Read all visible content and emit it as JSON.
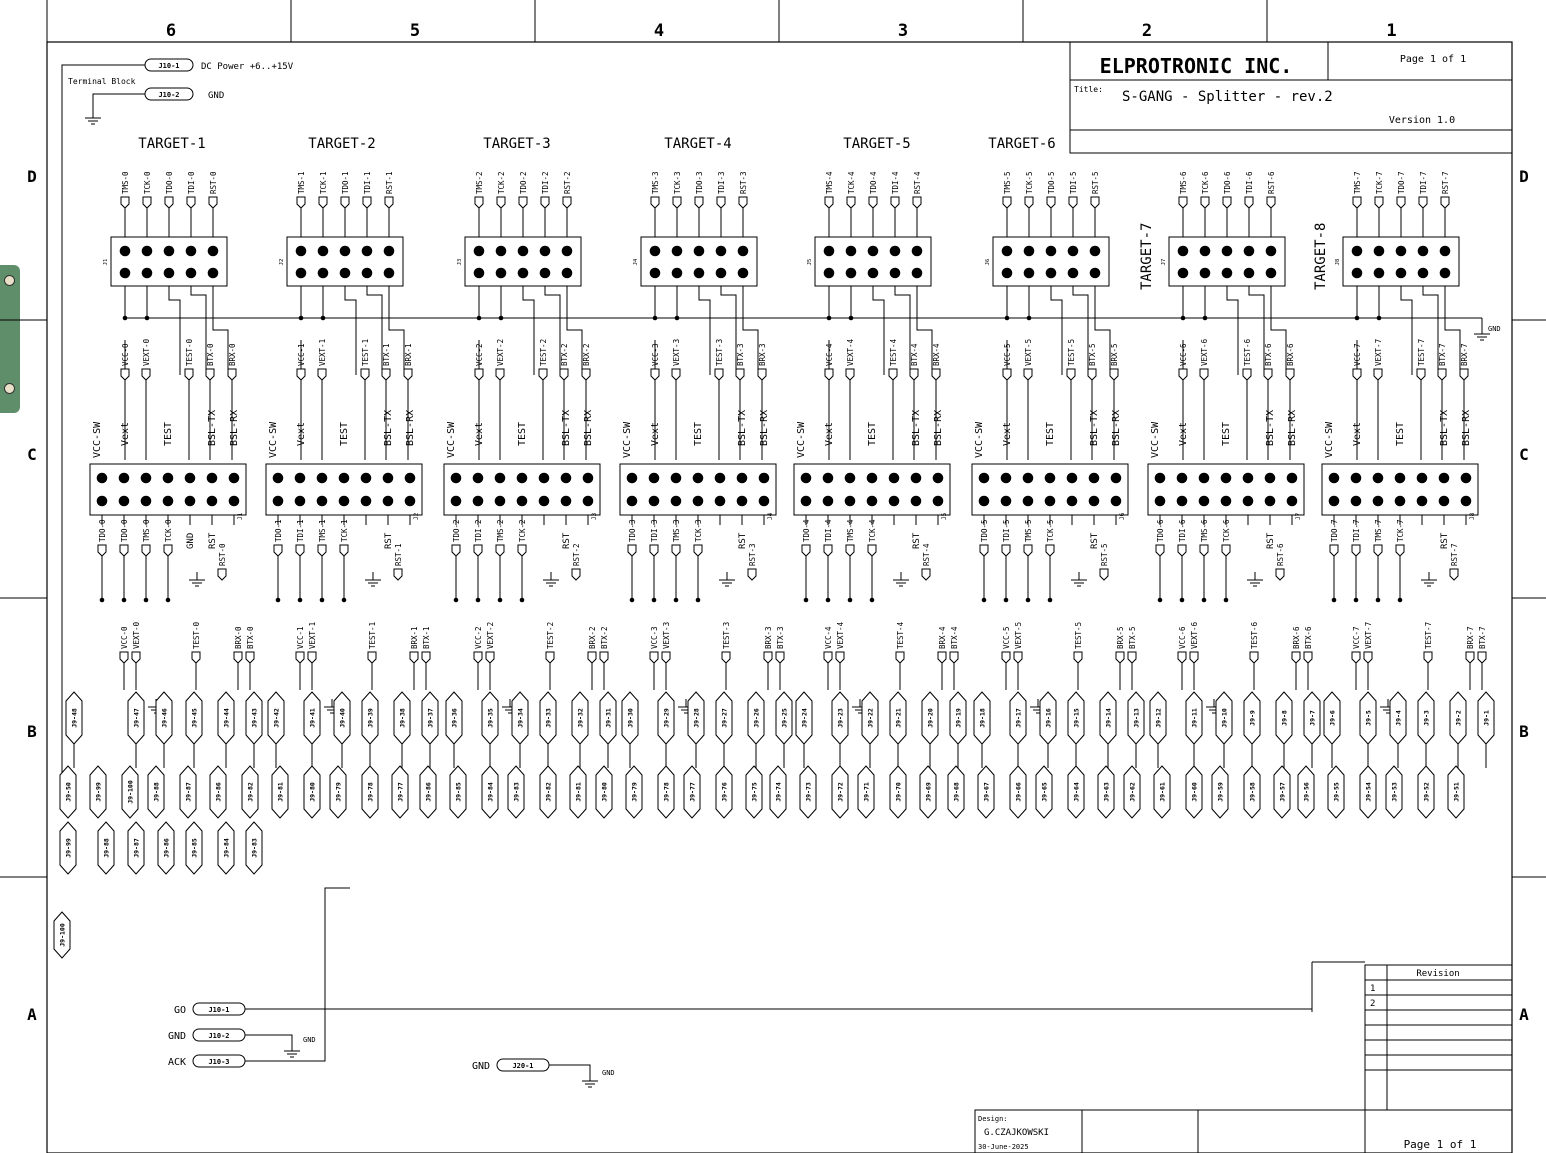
{
  "border": {
    "columns": [
      "6",
      "5",
      "4",
      "3",
      "2",
      "1"
    ],
    "rows": [
      "D",
      "C",
      "B",
      "A"
    ]
  },
  "title_block": {
    "company": "ELPROTRONIC INC.",
    "page_top": "Page 1 of 1",
    "title_label": "Title:",
    "title": "S-GANG - Splitter - rev.2",
    "version": "Version 1.0",
    "design_label": "Design:",
    "designer": "G.CZAJKOWSKI",
    "date": "30-June-2025",
    "page_bottom": "Page 1 of 1",
    "revision_header": "Revision",
    "revisions": [
      "1",
      "2"
    ]
  },
  "power": {
    "pins": [
      "J10-1",
      "J10-2"
    ],
    "labels": [
      "DC Power +6..+15V",
      "GND"
    ],
    "block_label": "Terminal Block"
  },
  "control": {
    "pins": [
      "J10-1",
      "J10-2",
      "J10-3"
    ],
    "labels": [
      "GO",
      "GND",
      "ACK"
    ],
    "gnd_symbol": "GND"
  },
  "bottom_gnd": {
    "pin": "J20-1",
    "label": "GND",
    "symbol": "GND"
  },
  "gnd_rail_label": "GND",
  "targets": [
    {
      "label": "TARGET-1",
      "j": "J1",
      "jc": "J1",
      "top": [
        "TMS-0",
        "TCK-0",
        "TDO-0",
        "TDI-0",
        "RST-0"
      ],
      "mid": [
        "VCC-0",
        "VEXT-0",
        "TEST-0",
        "BTX-0",
        "BRX-0"
      ],
      "low": [
        "TDO-0",
        "TDO-0",
        "TMS-0",
        "TCK-0",
        "RST-0"
      ],
      "sig": [
        "VCC-0",
        "VEXT-0",
        "TEST-0",
        "BRX-0",
        "BTX-0"
      ],
      "n": [
        "J9-48",
        "J9-47",
        "J9-46",
        "J9-45",
        "J9-44",
        "J9-43",
        "J9-50",
        "J9-99",
        "J9-100",
        "J9-88",
        "J9-87",
        "J9-86",
        "J9-85",
        "J9-84",
        "J9-83"
      ]
    },
    {
      "label": "TARGET-2",
      "j": "J2",
      "jc": "J2",
      "top": [
        "TMS-1",
        "TCK-1",
        "TDO-1",
        "TDI-1",
        "RST-1"
      ],
      "mid": [
        "VCC-1",
        "VEXT-1",
        "TEST-1",
        "BTX-1",
        "BRX-1"
      ],
      "low": [
        "TDO-1",
        "TDI-1",
        "TMS-1",
        "TCK-1",
        "RST-1"
      ],
      "sig": [
        "VCC-1",
        "VEXT-1",
        "TEST-1",
        "BRX-1",
        "BTX-1"
      ],
      "n": [
        "J9-42",
        "J9-41",
        "J9-40",
        "J9-39",
        "J9-38",
        "J9-37",
        "J9-82",
        "J9-81",
        "J9-80",
        "J9-79",
        "J9-78",
        "J9-77"
      ]
    },
    {
      "label": "TARGET-3",
      "j": "J3",
      "jc": "J3",
      "top": [
        "TMS-2",
        "TCK-2",
        "TDO-2",
        "TDI-2",
        "RST-2"
      ],
      "mid": [
        "VCC-2",
        "VEXT-2",
        "TEST-2",
        "BTX-2",
        "BRX-2"
      ],
      "low": [
        "TDO-2",
        "TDI-2",
        "TMS-2",
        "TCK-2",
        "RST-2"
      ],
      "sig": [
        "VCC-2",
        "VEXT-2",
        "TEST-2",
        "BRX-2",
        "BTX-2"
      ],
      "n": [
        "J9-36",
        "J9-35",
        "J9-34",
        "J9-33",
        "J9-32",
        "J9-31",
        "J9-86",
        "J9-85",
        "J9-84",
        "J9-83",
        "J9-82",
        "J9-81"
      ]
    },
    {
      "label": "TARGET-4",
      "j": "J4",
      "jc": "J4",
      "top": [
        "TMS-3",
        "TCK-3",
        "TDO-3",
        "TDI-3",
        "RST-3"
      ],
      "mid": [
        "VCC-3",
        "VEXT-3",
        "TEST-3",
        "BTX-3",
        "BRX-3"
      ],
      "low": [
        "TDO-3",
        "TDI-3",
        "TMS-3",
        "TCK-3",
        "RST-3"
      ],
      "sig": [
        "VCC-3",
        "VEXT-3",
        "TEST-3",
        "BRX-3",
        "BTX-3"
      ],
      "n": [
        "J9-30",
        "J9-29",
        "J9-28",
        "J9-27",
        "J9-26",
        "J9-25",
        "J9-80",
        "J9-79",
        "J9-78",
        "J9-77",
        "J9-76",
        "J9-75"
      ]
    },
    {
      "label": "TARGET-5",
      "j": "J5",
      "jc": "J5",
      "top": [
        "TMS-4",
        "TCK-4",
        "TDO-4",
        "TDI-4",
        "RST-4"
      ],
      "mid": [
        "VCC-4",
        "VEXT-4",
        "TEST-4",
        "BTX-4",
        "BRX-4"
      ],
      "low": [
        "TDO-4",
        "TDI-4",
        "TMS-4",
        "TCK-4",
        "RST-4"
      ],
      "sig": [
        "VCC-4",
        "VEXT-4",
        "TEST-4",
        "BRX-4",
        "BTX-4"
      ],
      "n": [
        "J9-24",
        "J9-23",
        "J9-22",
        "J9-21",
        "J9-20",
        "J9-19",
        "J9-74",
        "J9-73",
        "J9-72",
        "J9-71",
        "J9-70",
        "J9-69"
      ]
    },
    {
      "label": "TARGET-6",
      "j": "J6",
      "jc": "J6",
      "top": [
        "TMS-5",
        "TCK-5",
        "TDO-5",
        "TDI-5",
        "RST-5"
      ],
      "mid": [
        "VCC-5",
        "VEXT-5",
        "TEST-5",
        "BTX-5",
        "BRX-5"
      ],
      "low": [
        "TDO-5",
        "TDI-5",
        "TMS-5",
        "TCK-5",
        "RST-5"
      ],
      "sig": [
        "VCC-5",
        "VEXT-5",
        "TEST-5",
        "BRX-5",
        "BTX-5"
      ],
      "n": [
        "J9-18",
        "J9-17",
        "J9-16",
        "J9-15",
        "J9-14",
        "J9-13",
        "J9-68",
        "J9-67",
        "J9-66",
        "J9-65",
        "J9-64",
        "J9-63"
      ]
    },
    {
      "label": "TARGET-7",
      "j": "J7",
      "jc": "J7",
      "top": [
        "TMS-6",
        "TCK-6",
        "TDO-6",
        "TDI-6",
        "RST-6"
      ],
      "mid": [
        "VCC-6",
        "VEXT-6",
        "TEST-6",
        "BTX-6",
        "BRX-6"
      ],
      "low": [
        "TDO-6",
        "TDI-6",
        "TMS-6",
        "TCK-6",
        "RST-6"
      ],
      "sig": [
        "VCC-6",
        "VEXT-6",
        "TEST-6",
        "BRX-6",
        "BTX-6"
      ],
      "n": [
        "J9-12",
        "J9-11",
        "J9-10",
        "J9-9",
        "J9-8",
        "J9-7",
        "J9-62",
        "J9-61",
        "J9-60",
        "J9-59",
        "J9-58",
        "J9-57"
      ]
    },
    {
      "label": "TARGET-8",
      "j": "J8",
      "jc": "J8",
      "top": [
        "TMS-7",
        "TCK-7",
        "TDO-7",
        "TDI-7",
        "RST-7"
      ],
      "mid": [
        "VCC-7",
        "VEXT-7",
        "TEST-7",
        "BTX-7",
        "BRX-7"
      ],
      "low": [
        "TDO-7",
        "TDI-7",
        "TMS-7",
        "TCK-7",
        "RST-7"
      ],
      "sig": [
        "VCC-7",
        "VEXT-7",
        "TEST-7",
        "BRX-7",
        "BTX-7"
      ],
      "n": [
        "J9-6",
        "J9-5",
        "J9-4",
        "J9-3",
        "J9-2",
        "J9-1",
        "J9-56",
        "J9-55",
        "J9-54",
        "J9-53",
        "J9-52",
        "J9-51"
      ]
    }
  ],
  "conn_labels": {
    "vcc_sw": "VCC-SW",
    "vext": "Vext",
    "test": "TEST",
    "bsl_tx": "BSL-TX",
    "bsl_rx": "BSL-RX",
    "gnd": "GND",
    "rst": "RST"
  }
}
